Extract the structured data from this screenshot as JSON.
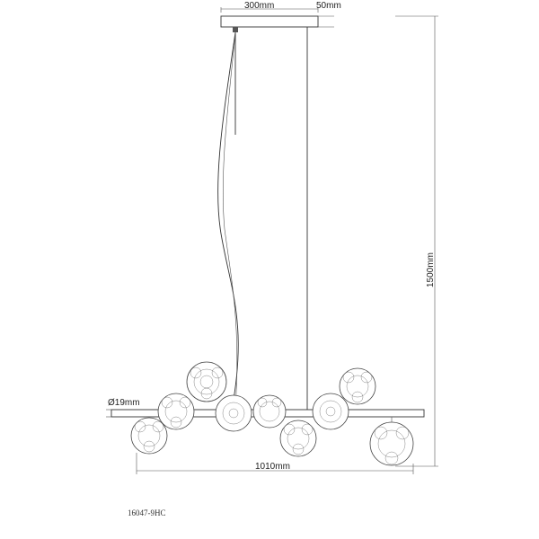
{
  "dimensions": {
    "canopy_width": "300mm",
    "canopy_height": "50mm",
    "total_height": "1500mm",
    "bar_diameter": "Ø19mm",
    "total_width": "1010mm"
  },
  "model_code": "16047-9HC"
}
